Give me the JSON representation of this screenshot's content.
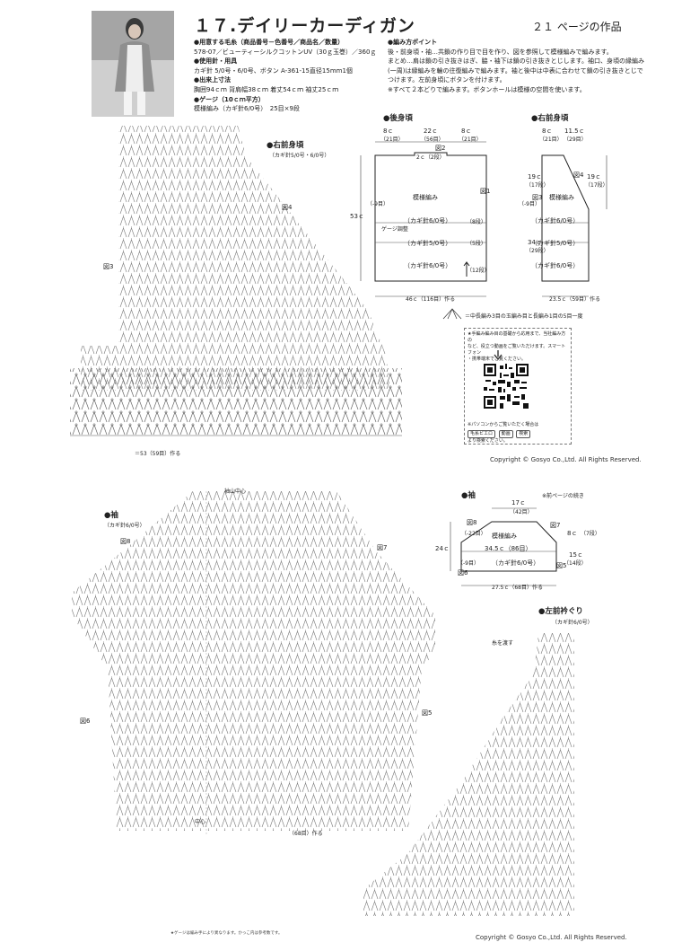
{
  "header": {
    "title": "１７.デイリーカーディガン",
    "page_ref": "２１ ページの作品"
  },
  "spec": {
    "yarn_heading": "●用意する毛糸（商品番号－色番号／商品名／数量）",
    "yarn_value": "578-07／ビューティーシルクコットンUV（30ｇ玉巻）／360ｇ",
    "needle_heading": "●使用針・用具",
    "needle_value": "カギ針 5/0号・6/0号、ボタン A-361-15直径15mm1個",
    "size_heading": "●出来上寸法",
    "size_value": "胸囲94ｃｍ 背肩幅38ｃｍ 着丈54ｃｍ 袖丈25ｃｍ",
    "gauge_heading": "●ゲージ（10ｃｍ平方）",
    "gauge_value": "模様編み（カギ針6/0号）　25目×9段"
  },
  "notes": {
    "heading": "●編み方ポイント",
    "lines": [
      "後・前身頃・袖…共鎖の作り目で目を作り、図を参照して模様編みで編みます。",
      "まとめ…肩は鎖の引き抜きはぎ、脇・袖下は鎖の引き抜きとじします。袖口、身頃の縁編み(一周)は縁編みを輪の往復編みで編みます。袖と後中は中表に合わせて鎖の引き抜きとじでつけます。左前身頃にボタンを付けます。",
      "※すべて２本どりで編みます。ボタンホールは模様の空間を使います。"
    ]
  },
  "labels": {
    "right_front_chart": "●右前身頃",
    "right_front_chart_needle": "（カギ針5/0号・6/0号）",
    "back": "●後身頃",
    "right_front": "●右前身頃",
    "fig2": "図2",
    "fig1": "図1",
    "fig3": "図3",
    "fig4": "図4",
    "pattern": "模様編み",
    "needle6": "（カギ針6/0号）",
    "needle5": "（カギ針5/0号）",
    "back_width": "46ｃ（116目）作る",
    "front_width": "23.5ｃ（59目）作る",
    "legend": "＝中長編み3目の玉編み目と長編み1目の5目一度",
    "chart1_bottom": "＝53（59目）作る",
    "sleeve_chart": "●袖",
    "sleeve_chart_needle": "（カギ針6/0号）",
    "sleeve": "●袖",
    "continued": "※前ページの続き",
    "sleeve_width": "27.5ｃ（68目）作る",
    "sleeve_pattern_width": "34.5ｃ（86目）",
    "sleeve_top": "17ｃ",
    "sleeve_top_st": "（42目）",
    "sleeve_height": "24ｃ",
    "left_neck": "●左前衿ぐり",
    "left_neck_needle": "（カギ針6/0号）",
    "fig5": "図5",
    "fig6": "図6",
    "fig7": "図7",
    "fig8": "図8",
    "center": "中心",
    "sleeve_center": "袖山中心",
    "sleeve_base": "（68目）作る",
    "thread_note": "糸を渡す"
  },
  "back_dims": {
    "d1": "8ｃ",
    "d1s": "（21目）",
    "d2": "22ｃ",
    "d2s": "（56目）",
    "d3": "8ｃ",
    "d3s": "（21目）",
    "neck": "2ｃ（2段）",
    "height": "53ｃ",
    "gauge_label": "ゲージ調整",
    "r8": "（8段）",
    "r5": "（5段）",
    "r12": "（12段）",
    "r9": "（-9目）"
  },
  "front_dims": {
    "d1": "8ｃ",
    "d1s": "（21目）",
    "d2": "11.5ｃ",
    "d2s": "（29目）",
    "h1": "19ｃ",
    "h1s": "（17段）",
    "h2": "19ｃ",
    "h2s": "（17段）",
    "h3": "34ｃ",
    "h3s": "（29段）",
    "r9": "（-9目）"
  },
  "sleeve_dims": {
    "minus22": "（-22目）",
    "minus9": "（-9目）",
    "h8": "8ｃ",
    "h8s": "（7段）",
    "h15": "15ｃ",
    "h15s": "（14段）"
  },
  "qr": {
    "line1": "★手編み編み目の基礎から応用まで、当社編み方の",
    "line2": "など、役立つ動画をご覧いただけます。スマートフォン",
    "line3": "・携帯端末でご覧ください。",
    "line4": "※パソコンからご覧いただく場合は",
    "btn1": "毛糸ピエロ",
    "btn2": "動画",
    "btn3": "検索",
    "line5": "より検索ください。"
  },
  "footer": {
    "copyright_top": "Copyright © Gosyo Co.,Ltd. All Rights Reserved.",
    "copyright_bottom": "Copyright © Gosyo Co.,Ltd. All Rights Reserved.",
    "note": "★ゲージは編み手により異なります。かっこ内は参考数です。"
  }
}
